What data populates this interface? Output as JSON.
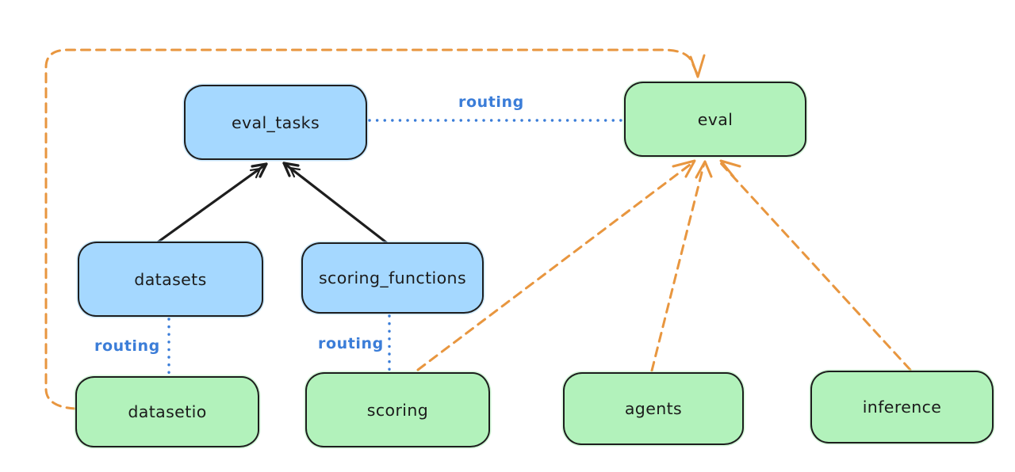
{
  "diagram": {
    "nodes": [
      {
        "id": "eval_tasks",
        "label": "eval_tasks",
        "fill": "blue"
      },
      {
        "id": "eval",
        "label": "eval",
        "fill": "green"
      },
      {
        "id": "datasets",
        "label": "datasets",
        "fill": "blue"
      },
      {
        "id": "scoring_functions",
        "label": "scoring_functions",
        "fill": "blue"
      },
      {
        "id": "datasetio",
        "label": "datasetio",
        "fill": "green"
      },
      {
        "id": "scoring",
        "label": "scoring",
        "fill": "green"
      },
      {
        "id": "agents",
        "label": "agents",
        "fill": "green"
      },
      {
        "id": "inference",
        "label": "inference",
        "fill": "green"
      }
    ],
    "edges": [
      {
        "from": "datasets",
        "to": "eval_tasks",
        "style": "solid",
        "arrow": true,
        "color": "black",
        "label": ""
      },
      {
        "from": "scoring_functions",
        "to": "eval_tasks",
        "style": "solid",
        "arrow": true,
        "color": "black",
        "label": ""
      },
      {
        "from": "eval_tasks",
        "to": "eval",
        "style": "dotted",
        "arrow": false,
        "color": "blue",
        "label": "routing"
      },
      {
        "from": "datasets",
        "to": "datasetio",
        "style": "dotted",
        "arrow": false,
        "color": "blue",
        "label": "routing"
      },
      {
        "from": "scoring_functions",
        "to": "scoring",
        "style": "dotted",
        "arrow": false,
        "color": "blue",
        "label": "routing"
      },
      {
        "from": "datasetio",
        "to": "eval",
        "style": "dashed",
        "arrow": true,
        "color": "orange",
        "label": ""
      },
      {
        "from": "scoring",
        "to": "eval",
        "style": "dashed",
        "arrow": true,
        "color": "orange",
        "label": ""
      },
      {
        "from": "agents",
        "to": "eval",
        "style": "dashed",
        "arrow": true,
        "color": "orange",
        "label": ""
      },
      {
        "from": "inference",
        "to": "eval",
        "style": "dashed",
        "arrow": true,
        "color": "orange",
        "label": ""
      }
    ],
    "colors": {
      "blue_fill": "#a5d8ff",
      "green_fill": "#b2f2bb",
      "stroke": "#1e1e1e",
      "orange": "#e8963f",
      "routing_blue": "#3b7dd8",
      "background": "#ffffff"
    }
  }
}
